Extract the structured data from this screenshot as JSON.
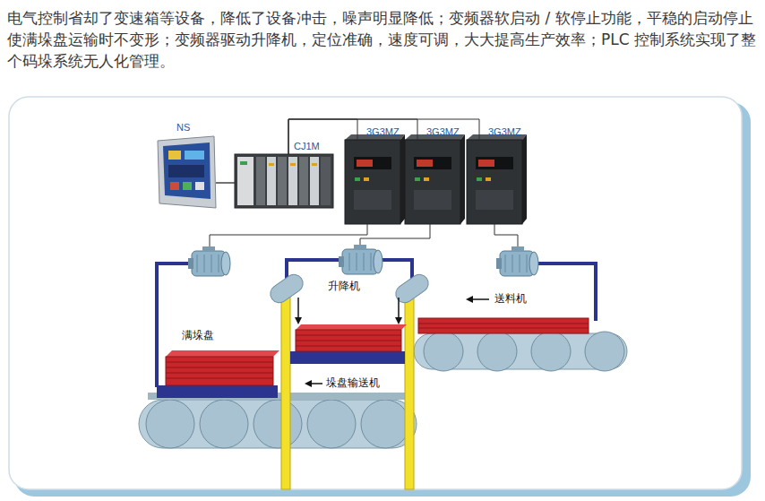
{
  "diagram": {
    "caption": "电气控制省却了变速箱等设备，降低了设备冲击，噪声明显降低；变频器软启动 / 软停止功能，平稳的启动停止使满垛盘运输时不变形；变频器驱动升降机，定位准确，速度可调，大大提高生产效率；PLC 控制系统实现了整个码垛系统无人化管理。",
    "nodes": [
      {
        "text": [
          "NS"
        ]
      },
      {
        "text": [
          "CJ1M"
        ]
      },
      {
        "text": [
          "3G3MZ"
        ]
      },
      {
        "text": [
          "3G3MZ"
        ]
      },
      {
        "text": [
          "3G3MZ"
        ]
      }
    ],
    "edges": [
      {
        "from": 0,
        "to": 1,
        "arrow": "none"
      },
      {
        "from": 1,
        "to": 2,
        "arrow": "none"
      },
      {
        "from": 1,
        "to": 3,
        "arrow": "none"
      },
      {
        "from": 1,
        "to": 4,
        "arrow": "none"
      }
    ],
    "labels": [
      "满垛盘",
      "升降机",
      "送料机",
      "垛盘输送机"
    ]
  }
}
